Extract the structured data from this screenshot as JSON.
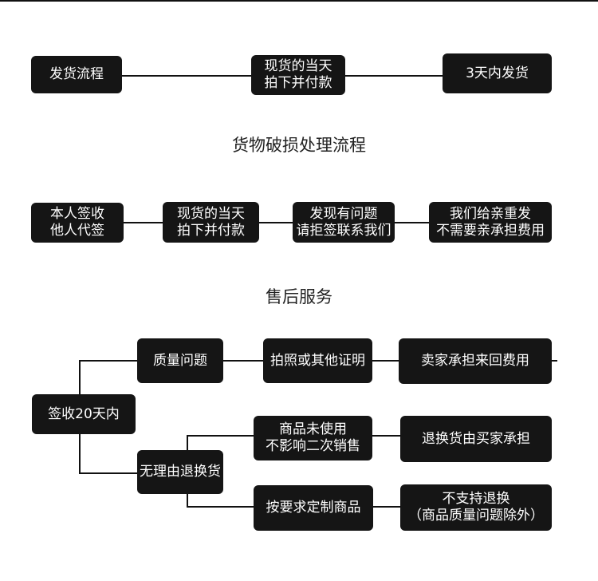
{
  "shipping": {
    "start": "发货流程",
    "step1": [
      "现货的当天",
      "拍下并付款"
    ],
    "step2": "3天内发货"
  },
  "damage": {
    "title": "货物破损处理流程",
    "step1": [
      "本人签收",
      "他人代签"
    ],
    "step2": [
      "现货的当天",
      "拍下并付款"
    ],
    "step3": [
      "发现有问题",
      "请拒签联系我们"
    ],
    "step4": [
      "我们给亲重发",
      "不需要亲承担费用"
    ]
  },
  "aftersales": {
    "title": "售后服务",
    "root": "签收20天内",
    "quality": {
      "label": "质量问题",
      "step": "拍照或其他证明",
      "result": "卖家承担来回费用"
    },
    "noreason": {
      "label": "无理由退换货",
      "branch1": {
        "condition": [
          "商品未使用",
          "不影响二次销售"
        ],
        "result": "退换货由买家承担"
      },
      "branch2": {
        "condition": "按要求定制商品",
        "result": [
          "不支持退换",
          "（商品质量问题除外）"
        ]
      }
    }
  }
}
